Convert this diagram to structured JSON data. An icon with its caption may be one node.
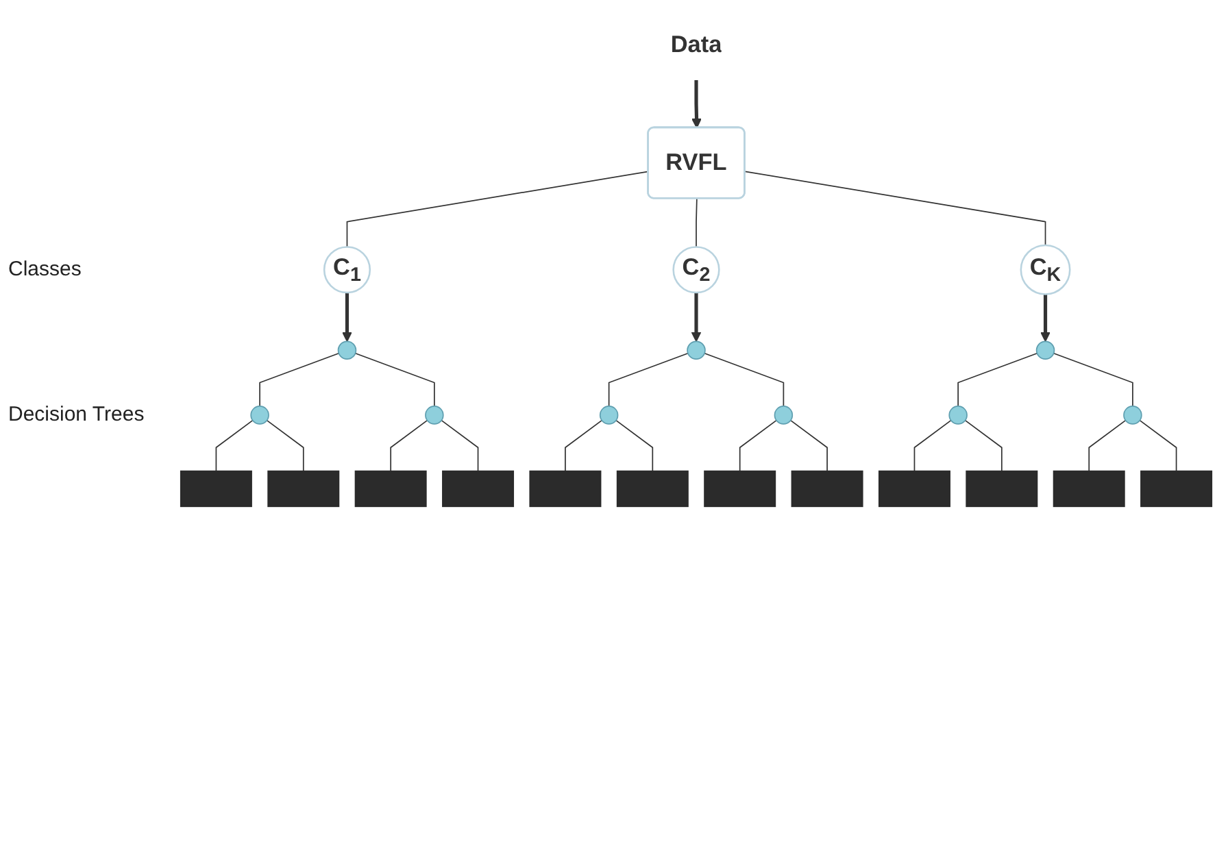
{
  "diagram": {
    "nodes": [
      {
        "text": [
          "Data"
        ]
      },
      {
        "text": [
          "RVFL"
        ]
      },
      {
        "text": [
          "C$_{1}$"
        ]
      },
      {
        "text": [
          "C$_{2}$"
        ]
      },
      {
        "text": [
          "C$_{K}$"
        ]
      },
      {
        "text": [],
        "shape": "circle"
      },
      {
        "text": [],
        "shape": "circle"
      },
      {
        "text": [],
        "shape": "circle"
      },
      {
        "text": [],
        "shape": "box"
      },
      {
        "text": [],
        "shape": "box"
      },
      {
        "text": [],
        "shape": "box"
      },
      {
        "text": [],
        "shape": "box"
      },
      {
        "text": [],
        "shape": "circle"
      },
      {
        "text": [],
        "shape": "circle"
      },
      {
        "text": [],
        "shape": "circle"
      },
      {
        "text": [],
        "shape": "box"
      },
      {
        "text": [],
        "shape": "box"
      },
      {
        "text": [],
        "shape": "box"
      },
      {
        "text": [],
        "shape": "box"
      },
      {
        "text": [],
        "shape": "circle"
      },
      {
        "text": [],
        "shape": "circle"
      },
      {
        "text": [],
        "shape": "circle"
      },
      {
        "text": [],
        "shape": "box"
      },
      {
        "text": [],
        "shape": "box"
      },
      {
        "text": [],
        "shape": "box"
      },
      {
        "text": [],
        "shape": "box"
      }
    ],
    "edges": [
      {
        "from": 0,
        "to": 1,
        "arrow": "to",
        "style": "thick"
      },
      {
        "from": 1,
        "to": 2,
        "arrow": "none"
      },
      {
        "from": 1,
        "to": 3,
        "arrow": "none"
      },
      {
        "from": 1,
        "to": 4,
        "arrow": "none"
      },
      {
        "from": 2,
        "to": 5,
        "arrow": "to",
        "style": "thick"
      },
      {
        "from": 3,
        "to": 12,
        "arrow": "to",
        "style": "thick"
      },
      {
        "from": 4,
        "to": 19,
        "arrow": "to",
        "style": "thick"
      },
      {
        "from": 5,
        "to": 6,
        "arrow": "none"
      },
      {
        "from": 5,
        "to": 7,
        "arrow": "none"
      },
      {
        "from": 6,
        "to": 8,
        "arrow": "none"
      },
      {
        "from": 6,
        "to": 9,
        "arrow": "none"
      },
      {
        "from": 7,
        "to": 10,
        "arrow": "none"
      },
      {
        "from": 7,
        "to": 11,
        "arrow": "none"
      },
      {
        "from": 12,
        "to": 13,
        "arrow": "none"
      },
      {
        "from": 12,
        "to": 14,
        "arrow": "none"
      },
      {
        "from": 13,
        "to": 15,
        "arrow": "none"
      },
      {
        "from": 13,
        "to": 16,
        "arrow": "none"
      },
      {
        "from": 14,
        "to": 17,
        "arrow": "none"
      },
      {
        "from": 14,
        "to": 18,
        "arrow": "none"
      },
      {
        "from": 19,
        "to": 20,
        "arrow": "none"
      },
      {
        "from": 19,
        "to": 21,
        "arrow": "none"
      },
      {
        "from": 20,
        "to": 22,
        "arrow": "none"
      },
      {
        "from": 20,
        "to": 23,
        "arrow": "none"
      },
      {
        "from": 21,
        "to": 24,
        "arrow": "none"
      },
      {
        "from": 21,
        "to": 25,
        "arrow": "none"
      }
    ],
    "labels": [
      "Classes",
      "Decision Trees"
    ]
  }
}
